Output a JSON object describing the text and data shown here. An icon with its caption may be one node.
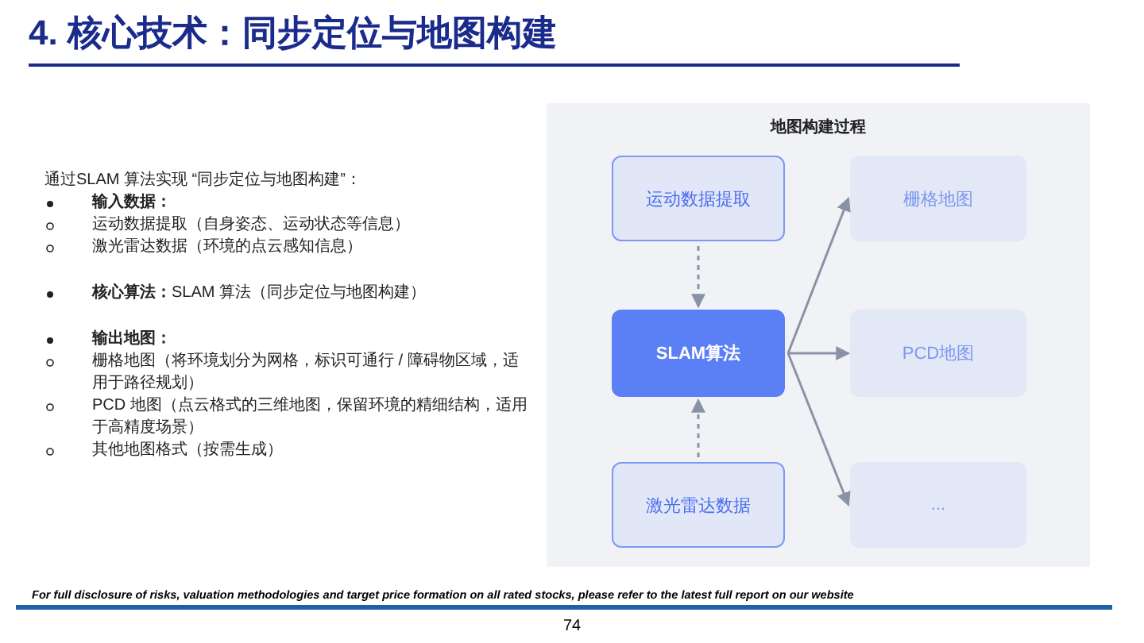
{
  "diagram": {
    "title": "4. 核心技术：同步定位与地图构建",
    "nodes": [
      {
        "text": [
          "地图构建过程"
        ]
      },
      {
        "text": [
          "运动数据提取"
        ],
        "in": 0
      },
      {
        "text": [
          "SLAM算法"
        ],
        "in": 0
      },
      {
        "text": [
          "激光雷达数据"
        ],
        "in": 0
      },
      {
        "text": [
          "栅格地图"
        ],
        "in": 0
      },
      {
        "text": [
          "PCD地图"
        ],
        "in": 0
      },
      {
        "text": [
          "..."
        ],
        "in": 0
      }
    ],
    "edges": [
      {
        "from": 1,
        "to": 2,
        "arrow": "to",
        "style": "dashed"
      },
      {
        "from": 3,
        "to": 2,
        "arrow": "to",
        "style": "dashed"
      },
      {
        "from": 2,
        "to": 4,
        "arrow": "to"
      },
      {
        "from": 2,
        "to": 5,
        "arrow": "to"
      },
      {
        "from": 2,
        "to": 6,
        "arrow": "to"
      }
    ],
    "labels": [
      "通过SLAM 算法实现 “同步定位与地图构建”：",
      "输入数据：",
      "运动数据提取（自身姿态、运动状态等信息）",
      "激光雷达数据（环境的点云感知信息）",
      "**核心算法：**SLAM 算法（同步定位与地图构建）",
      "输出地图：",
      "栅格地图（将环境划分为网格，标识可通行 / 障碍物区域，适用于路径规划）",
      "PCD 地图（点云格式的三维地图，保留环境的精细结构，适用于高精度场景）",
      "其他地图格式（按需生成）",
      "For full disclosure of risks, valuation methodologies and target price formation on all rated stocks, please refer to the latest full report on our website",
      "74"
    ]
  }
}
